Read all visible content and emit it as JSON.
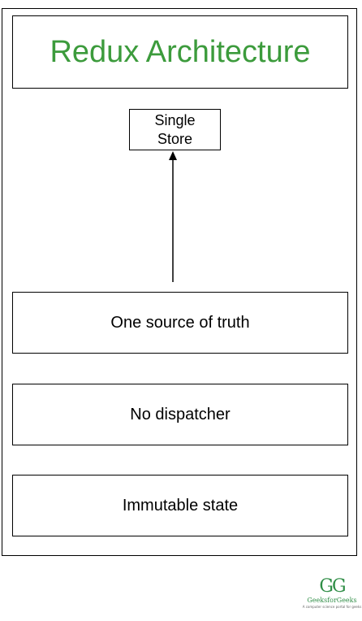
{
  "diagram": {
    "title": "Redux Architecture",
    "store": "Single\nStore",
    "items": [
      "One source of truth",
      "No dispatcher",
      "Immutable state"
    ]
  },
  "logo": {
    "mark": "GG",
    "name": "GeeksforGeeks",
    "tagline": "A computer science portal for geeks"
  },
  "colors": {
    "title": "#3c9b3c",
    "logo": "#2f8d46",
    "border": "#000000"
  }
}
